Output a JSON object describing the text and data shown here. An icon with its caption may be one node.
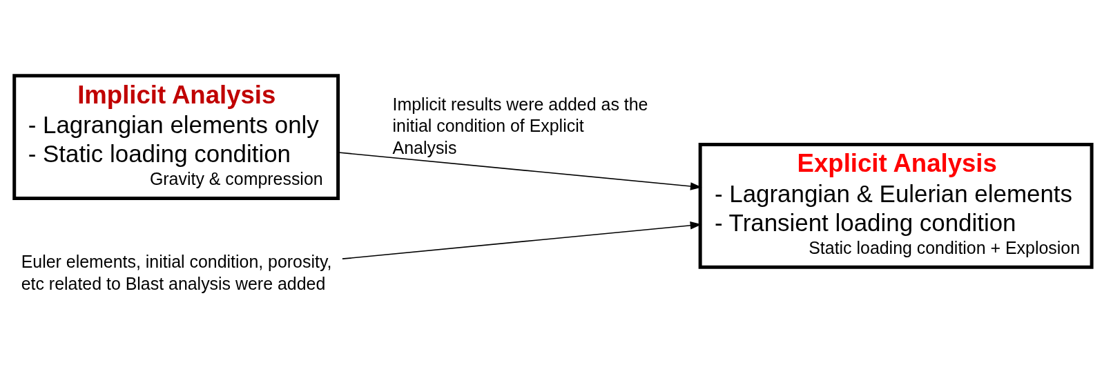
{
  "diagram": {
    "nodes": [
      {
        "text": [
          "Implicit Analysis",
          "- Lagrangian elements only",
          "- Static loading condition",
          "Gravity & compression"
        ]
      },
      {
        "text": [
          "Explicit Analysis",
          "- Lagrangian & Eulerian elements",
          "- Transient loading condition",
          "Static loading condition + Explosion"
        ]
      },
      {
        "text": [
          "Euler elements, initial condition, porosity, etc related to Blast analysis were added"
        ]
      }
    ],
    "edges": [
      {
        "from": 0,
        "to": 1,
        "arrow": "to",
        "label": "Implicit results were added as the initial condition of Explicit Analysis"
      },
      {
        "from": 2,
        "to": 1,
        "arrow": "to"
      }
    ]
  }
}
